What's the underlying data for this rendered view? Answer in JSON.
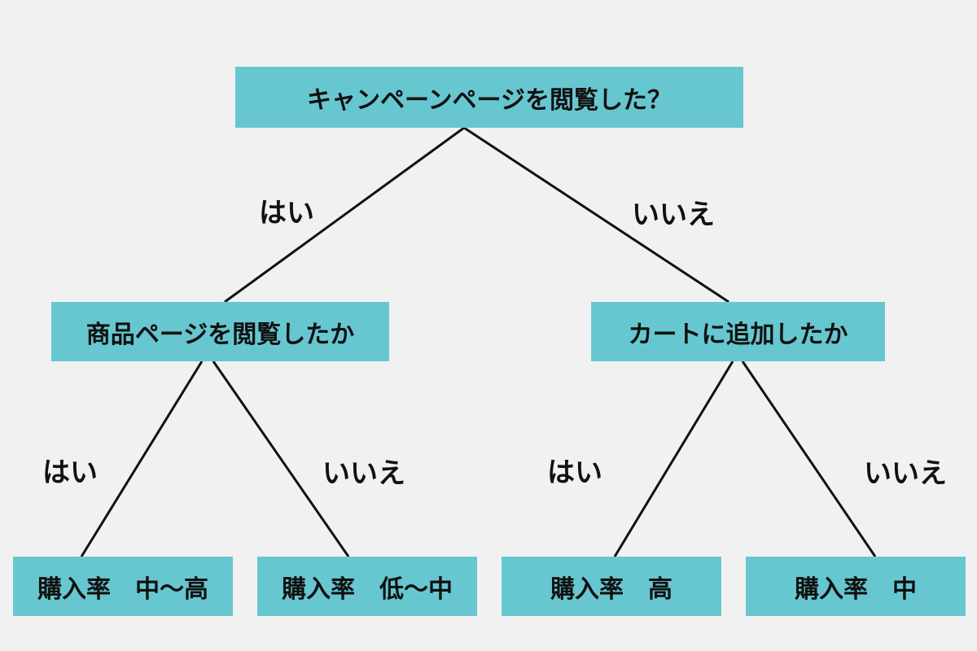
{
  "nodes": {
    "root": "キャンペーンページを閲覧した？",
    "left": "商品ページを閲覧したか",
    "right": "カートに追加したか",
    "leaf_1": "購入率　中〜高",
    "leaf_2": "購入率　低〜中",
    "leaf_3": "購入率　高",
    "leaf_4": "購入率　中"
  },
  "edge_labels": {
    "root_left": "はい",
    "root_right": "いいえ",
    "left_leaf_1": "はい",
    "left_leaf_2": "いいえ",
    "right_leaf_3": "はい",
    "right_leaf_4": "いいえ"
  },
  "colors": {
    "node_fill": "#67c7d1",
    "background": "#f2f1f2",
    "line": "#111111"
  }
}
